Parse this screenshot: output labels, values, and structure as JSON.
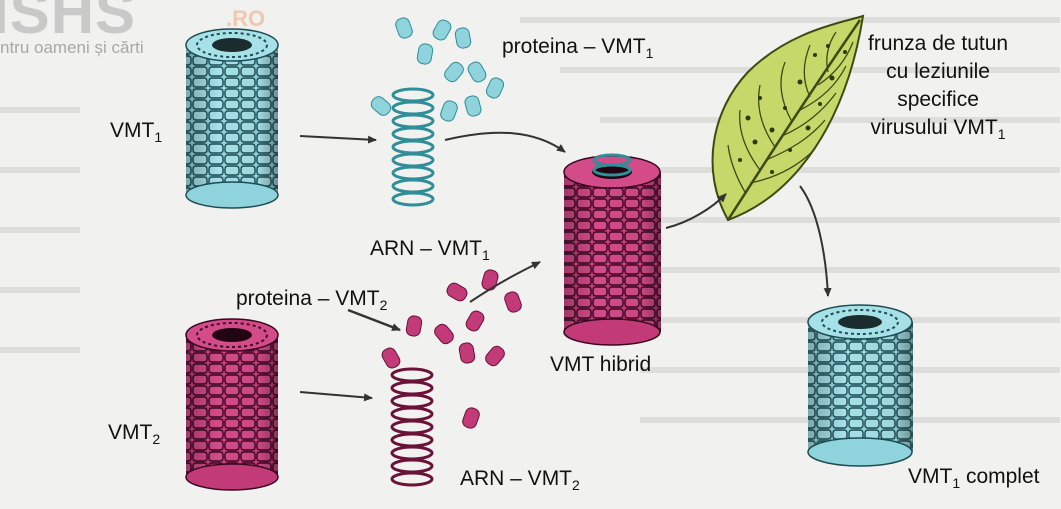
{
  "watermark": {
    "logo_text": "ISHS",
    "logo_suffix": ".RO",
    "tagline": "ntru oameni și cărti"
  },
  "labels": {
    "vmt1": {
      "text": "VMT",
      "sub": "1"
    },
    "vmt2": {
      "text": "VMT",
      "sub": "2"
    },
    "protein1": {
      "text": "proteina – VMT",
      "sub": "1"
    },
    "protein2": {
      "text": "proteina – VMT",
      "sub": "2"
    },
    "arn1": {
      "text": "ARN – VMT",
      "sub": "1"
    },
    "arn2": {
      "text": "ARN – VMT",
      "sub": "2"
    },
    "hybrid": {
      "text": "VMT hibrid"
    },
    "leaf": {
      "line1": "frunza de tutun",
      "line2": "cu leziunile",
      "line3": "specifice",
      "line4": "virusului VMT",
      "line4_sub": "1"
    },
    "complete": {
      "text": "VMT",
      "sub": "1",
      "suffix": " complet"
    }
  },
  "colors": {
    "cyan": "#8fd3dc",
    "cyan_dark": "#2f8e98",
    "magenta": "#c23a78",
    "magenta_dark": "#6a1238",
    "leaf": "#c6d86a",
    "leaf_vein": "#3d4a14",
    "arrow": "#333333"
  }
}
